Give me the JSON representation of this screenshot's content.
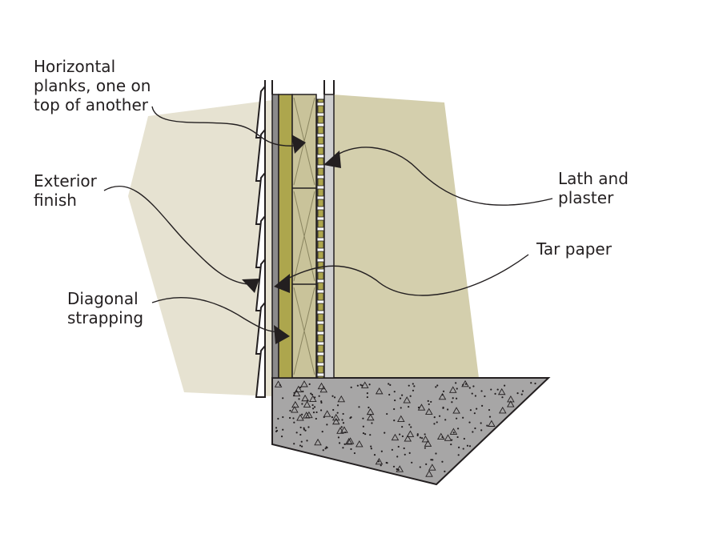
{
  "labels": {
    "horizontal_planks": [
      "Horizontal",
      "planks, one on",
      "top of another"
    ],
    "exterior_finish": [
      "Exterior",
      "finish"
    ],
    "diagonal_strapping": [
      "Diagonal",
      "strapping"
    ],
    "lath_and_plaster": [
      "Lath and",
      "plaster"
    ],
    "tar_paper": [
      "Tar paper"
    ]
  },
  "colors": {
    "interior_wall": "#d4cfad",
    "exterior_backdrop": "#e6e2d1",
    "planks": "#c9c39a",
    "strapping": "#ada64d",
    "tar_paper": "#8c8b8b",
    "plaster": "#cfcfcf",
    "concrete": "#a7a6a6",
    "ink": "#231f20"
  }
}
